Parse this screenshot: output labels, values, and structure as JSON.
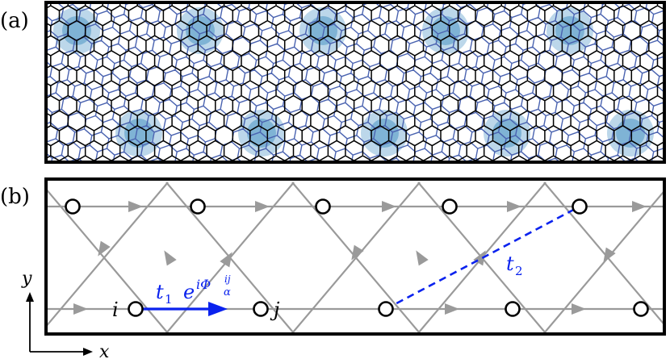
{
  "panels": {
    "a": {
      "label": "(a)"
    },
    "b": {
      "label": "(b)"
    }
  },
  "colors": {
    "frame": "#000000",
    "lattice_black": "#000000",
    "lattice_blue": "#4a63b0",
    "highlight_fill": "#bcd7ea",
    "highlight_center": "#7fb3d5",
    "bond_gray": "#9a9a9a",
    "hopping_blue": "#0a22ee"
  },
  "panel_b": {
    "site_i_label": "i",
    "site_j_label": "j",
    "t1_label": "t",
    "t1_sub": "1",
    "phase_base": "e",
    "phase_exp": "iΦ",
    "phase_sub": "α",
    "phase_sup": "ij",
    "t2_label": "t",
    "t2_sub": "2",
    "y_axis_label": "y",
    "x_axis_label": "x"
  }
}
